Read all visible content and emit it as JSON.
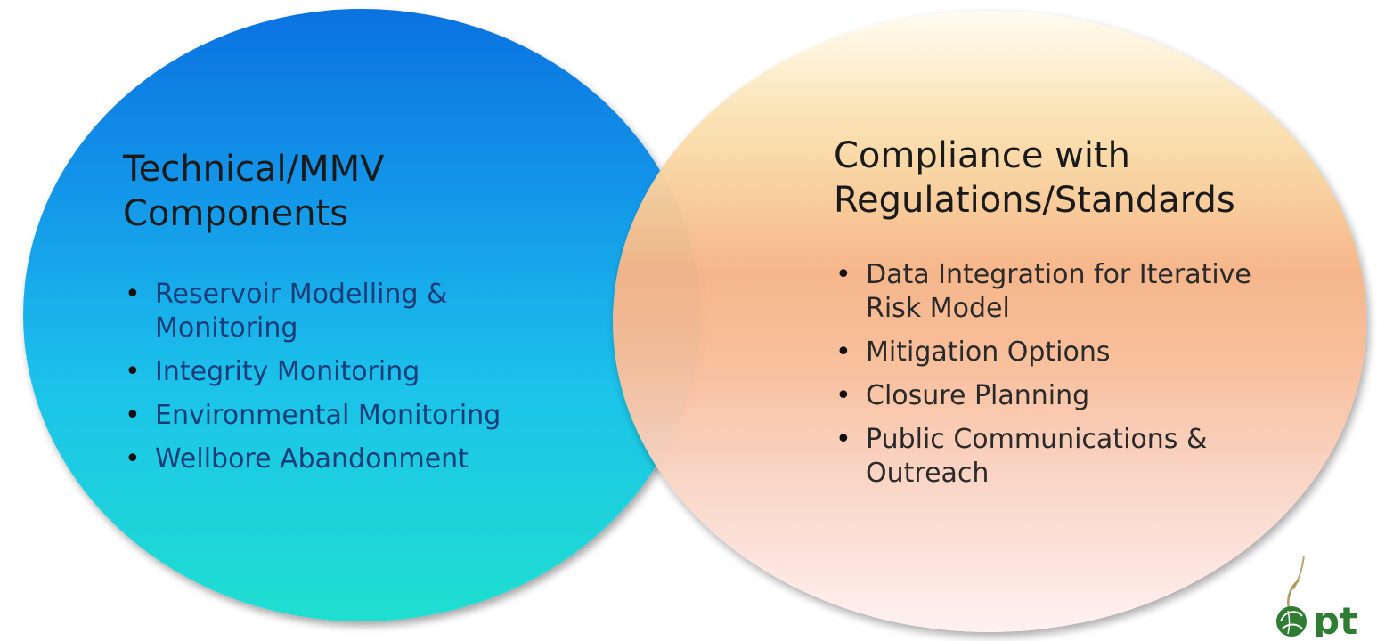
{
  "left_circle": {
    "heading": "Technical/MMV Components",
    "items": [
      "Reservoir Modelling & Monitoring",
      "Integrity Monitoring",
      "Environmental Monitoring",
      "Wellbore Abandonment"
    ]
  },
  "right_circle": {
    "heading": "Compliance with Regulations/Standards",
    "items": [
      "Data Integration for Iterative Risk Model",
      "Mitigation Options",
      "Closure Planning",
      "Public Communications & Outreach"
    ]
  },
  "bullet": "•",
  "logo": {
    "text": "pt",
    "icon": "leaf-emblem-icon"
  },
  "colors": {
    "left_top": "#0a72e0",
    "left_bottom": "#1fdfd0",
    "right_top": "#fffcf2",
    "right_mid": "#f6b488",
    "right_bottom": "#fff1f1",
    "logo_green": "#2e7d32"
  }
}
